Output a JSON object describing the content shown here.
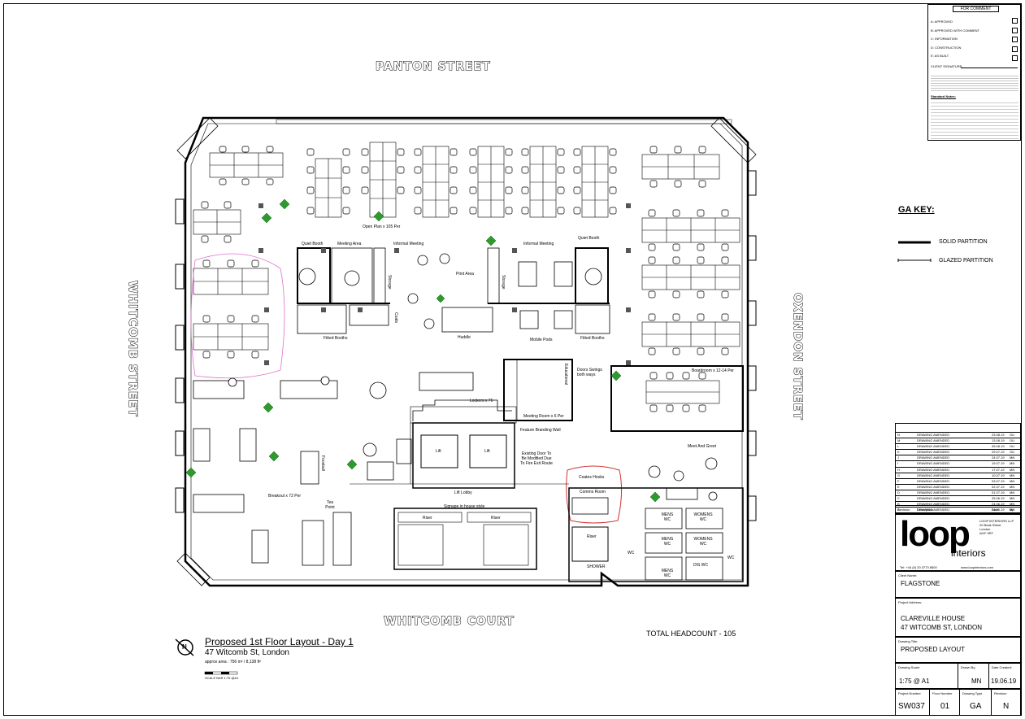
{
  "streets": {
    "north": "PANTON STREET",
    "south": "WHITCOMB COURT",
    "west": "WHITCOMB STREET",
    "east": "OXENDON STREET"
  },
  "rooms": {
    "open_plan": "Open Plan x 105 Per",
    "quiet_booth_left": "Quiet Booth",
    "meeting_area": "Meeting Area",
    "informal_meeting_left": "Informal Meeting",
    "informal_meeting_right": "Informal Meeting",
    "quiet_booth_right": "Quiet Booth",
    "print_area": "Print Area",
    "storage_left": "Storage",
    "storage_right": "Storage",
    "coats": "Coats",
    "huddle": "Huddle",
    "mobile_pods": "Mobile Pods",
    "fitted_booths_left": "Fitted Booths",
    "fitted_booths_right": "Fitted Booths",
    "lockers": "Lockers x 76",
    "meeting_room": "Meeting Room x 6 Per",
    "feature_wall": "Feature Branding Wall",
    "doors_swing": "Doors Swings both ways",
    "boardroom": "Boardroom x 12-14 Per",
    "meet_greet": "Meet And Greet",
    "lift1": "Lift",
    "lift2": "Lift",
    "lift_lobby": "Lift Lobby",
    "signage": "Signage in house style",
    "existing_door": "Existing Door To Be Modified Due To Fire Exit Route",
    "coats_hooks": "Coates Hooks",
    "comms_room": "Comms Room",
    "riser1": "Riser",
    "riser2": "Riser",
    "riser3": "Riser",
    "shower": "SHOWER",
    "wc1": "WC",
    "wc2": "WC",
    "mens_wc1": "MENS WC",
    "womens_wc1": "WOMENS WC",
    "mens_wc2": "MENS WC",
    "womens_wc2": "WOMENS WC",
    "mens_wc3": "MENS WC",
    "dis_wc": "DIS WC",
    "breakout": "Breakout x 72 Per",
    "tea_point": "Tea Point",
    "foosball": "Foosball",
    "educational": "Educational"
  },
  "title": {
    "main": "Proposed 1st Floor Layout - Day 1",
    "address": "47 Witcomb St, London",
    "area": "approx area : 756 m² / 8,138 ft²",
    "scale_bar": "SCALE BAR 1:75 @A1",
    "headcount": "TOTAL HEADCOUNT  -  105"
  },
  "comment_box": {
    "header": "FOR COMMENT",
    "options": [
      "A: APPROVED",
      "B: APPROVED WITH COMMENT",
      "C: INFORMATION",
      "D: CONSTRUCTION",
      "E: AS BUILT"
    ],
    "signature": "CLIENT SIGNATURE:",
    "standard_notes": "Standard Notes:"
  },
  "ga_key": {
    "title": "GA KEY:",
    "solid": "SOLID PARTITION",
    "glazed": "GLAZED PARTITION"
  },
  "revisions": {
    "header_rev": "Revision",
    "header_desc": "Description",
    "header_date": "Date",
    "header_by": "By",
    "rows": [
      [
        "N",
        "DRAWING AMENDED",
        "23.08.19",
        "OU"
      ],
      [
        "M",
        "DRAWING AMENDED",
        "13.08.19",
        "OU"
      ],
      [
        "L",
        "DRAWING AMENDED",
        "05.08.19",
        "OU"
      ],
      [
        "K",
        "DRAWING AMENDED",
        "29.07.19",
        "OU"
      ],
      [
        "J",
        "DRAWING AMENDED",
        "24.07.19",
        "MN"
      ],
      [
        "I",
        "DRAWING AMENDED",
        "19.07.19",
        "MN"
      ],
      [
        "H",
        "DRAWING AMENDED",
        "17.07.19",
        "MN"
      ],
      [
        "G",
        "DRAWING AMENDED",
        "10.07.19",
        "MN"
      ],
      [
        "F",
        "DRAWING AMENDED",
        "03.07.19",
        "MN"
      ],
      [
        "E",
        "DRAWING AMENDED",
        "02.07.19",
        "MN"
      ],
      [
        "D",
        "DRAWING AMENDED",
        "01.07.19",
        "MN"
      ],
      [
        "C",
        "DRAWING AMENDED",
        "25.06.19",
        "MN"
      ],
      [
        "B",
        "DRAWING AMENDED",
        "24.06.19",
        "MN"
      ],
      [
        "A",
        "DRAWING AMENDED",
        "24.06.19",
        "MN"
      ],
      [
        "-",
        "DRAWING CREATED",
        "19.06.19",
        "MN"
      ]
    ]
  },
  "company": {
    "logo_a": "loop",
    "logo_b": "interiors",
    "name": "LOOP INTERIORS LLP",
    "addr1": "20 Beak Street",
    "addr2": "London",
    "addr3": "W1F 9RT",
    "tel": "Tel: +44 (0) 20 3773 8500",
    "web": "www.loopinteriors.com"
  },
  "titleblock": {
    "client_name_cap": "Client Name:",
    "client_name": "FLAGSTONE",
    "project_address_cap": "Project Address:",
    "project_address_1": "CLAREVILLE HOUSE",
    "project_address_2": "47 WITCOMB ST, LONDON",
    "drawing_title_cap": "Drawing Title:",
    "drawing_title": "PROPOSED LAYOUT",
    "drawing_scale_cap": "Drawing Scale:",
    "drawing_scale": "1:75 @ A1",
    "drawn_by_cap": "Drawn By:",
    "drawn_by": "MN",
    "date_created_cap": "Date Created:",
    "date_created": "19.06.19",
    "project_number_cap": "Project Number",
    "project_number": "SW037",
    "floor_number_cap": "Floor Number",
    "floor_number": "01",
    "drawing_type_cap": "Drawing Type",
    "drawing_type": "GA",
    "revision_cap": "Revision",
    "revision": "N"
  },
  "north_symbol": "N"
}
